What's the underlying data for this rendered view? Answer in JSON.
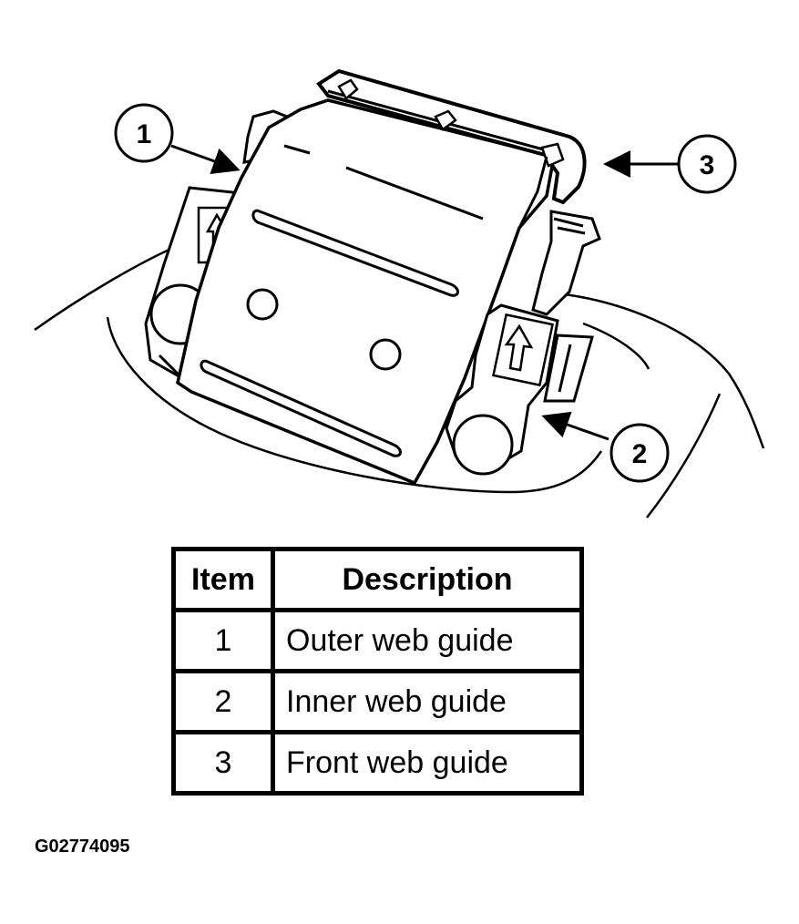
{
  "callouts": [
    {
      "number": "1"
    },
    {
      "number": "2"
    },
    {
      "number": "3"
    }
  ],
  "table": {
    "headers": {
      "item": "Item",
      "description": "Description"
    },
    "rows": [
      {
        "item": "1",
        "description": "Outer web guide"
      },
      {
        "item": "2",
        "description": "Inner web guide"
      },
      {
        "item": "3",
        "description": "Front web guide"
      }
    ]
  },
  "figure_id": "G02774095"
}
